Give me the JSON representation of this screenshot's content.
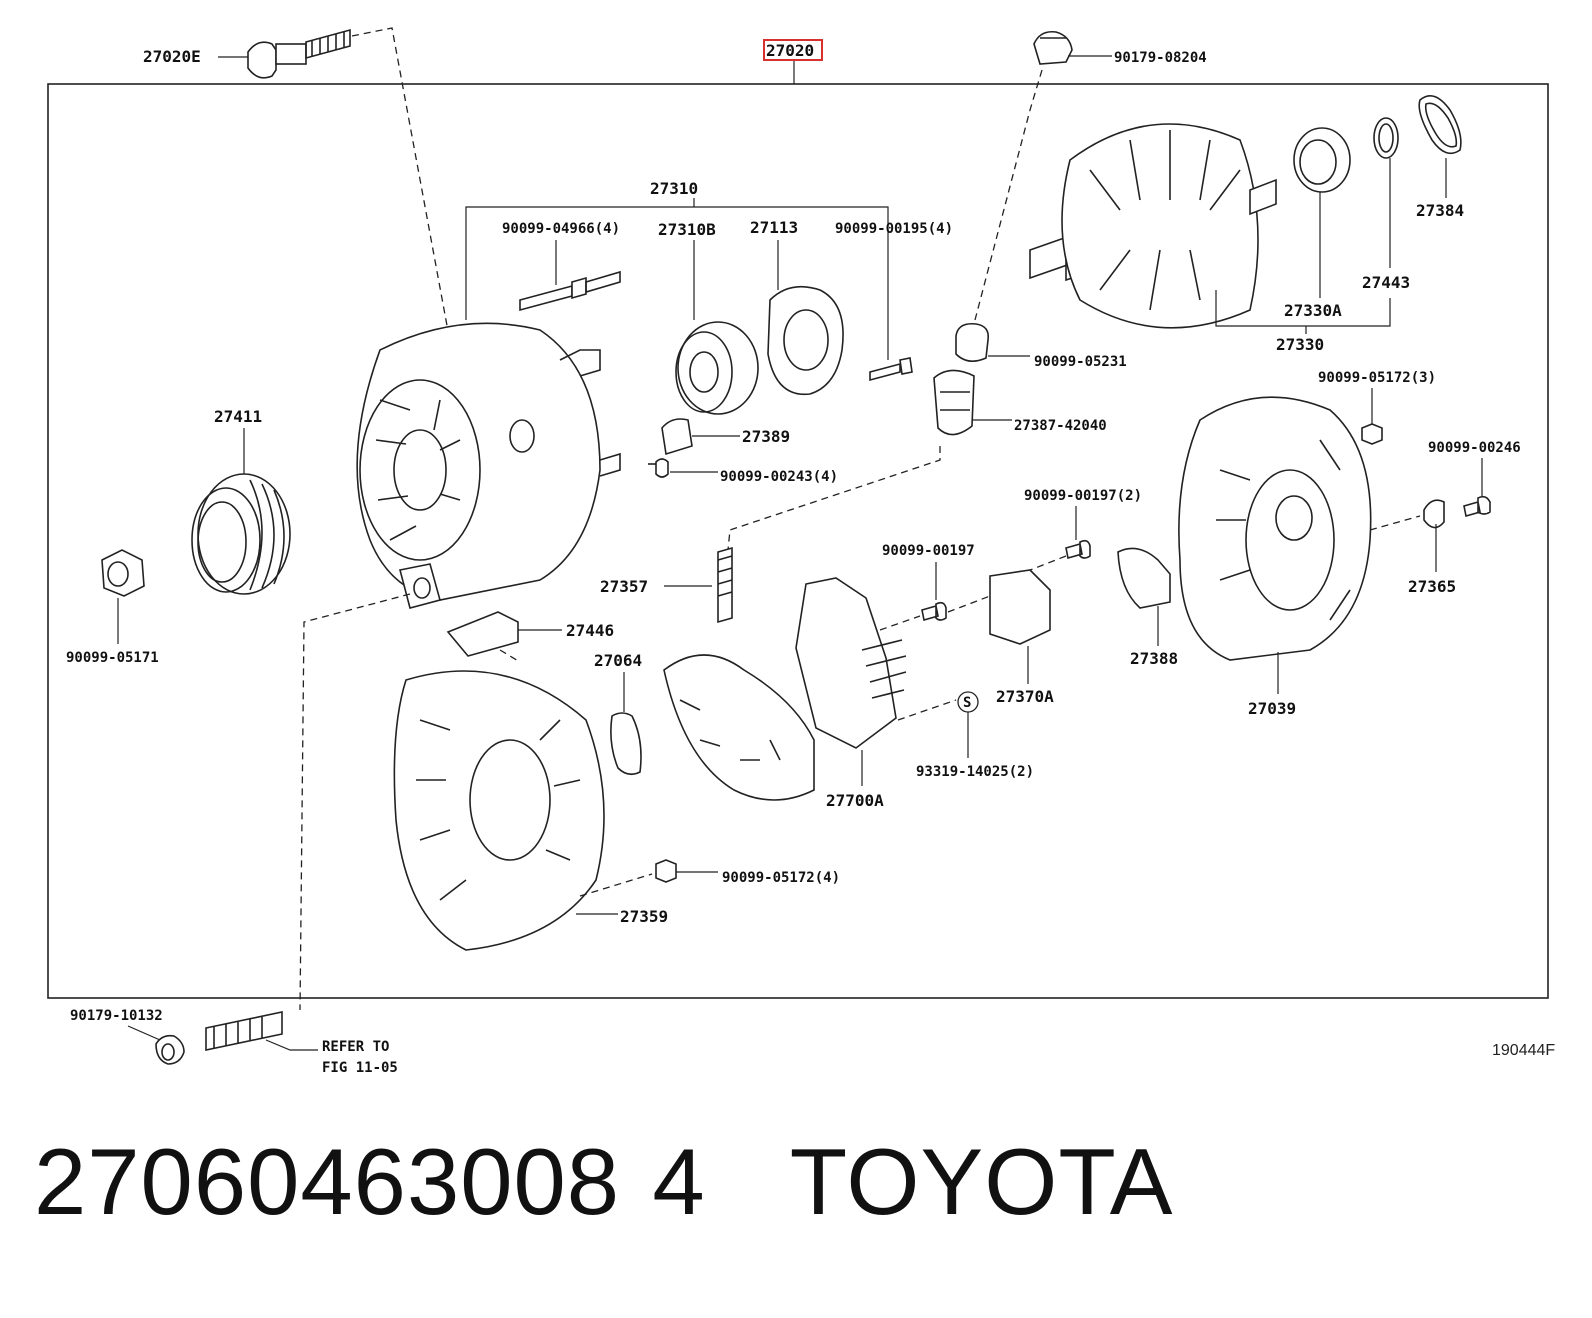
{
  "diagram": {
    "ref_code": "190444F",
    "assembly_label": "27020",
    "labels": {
      "p27020E": "27020E",
      "p90179_08204": "90179-08204",
      "p27310": "27310",
      "p90099_04966": "90099-04966(4)",
      "p27310B": "27310B",
      "p27113": "27113",
      "p90099_00195": "90099-00195(4)",
      "p27384": "27384",
      "p27443": "27443",
      "p27330A": "27330A",
      "p27330": "27330",
      "p90099_05231": "90099-05231",
      "p27411": "27411",
      "p27389": "27389",
      "p27387_42040": "27387-42040",
      "p90099_00243": "90099-00243(4)",
      "p90099_05172_3": "90099-05172(3)",
      "p90099_00246": "90099-00246",
      "p90099_00197_2": "90099-00197(2)",
      "p90099_00197": "90099-00197",
      "p27357": "27357",
      "p27446": "27446",
      "p27064": "27064",
      "p90099_05171": "90099-05171",
      "p27365": "27365",
      "p27388": "27388",
      "p27370A": "27370A",
      "p27039": "27039",
      "p93319_14025": "93319-14025(2)",
      "p27700A": "27700A",
      "p90099_05172_4": "90099-05172(4)",
      "p27359": "27359",
      "p90179_10132": "90179-10132",
      "refer_to_line1": "REFER TO",
      "refer_to_line2": "FIG 11-05",
      "s_mark": "S"
    },
    "highlight_color": "#d93030"
  },
  "caption": {
    "part_number": "27060463008 4",
    "brand": "TOYOTA"
  }
}
